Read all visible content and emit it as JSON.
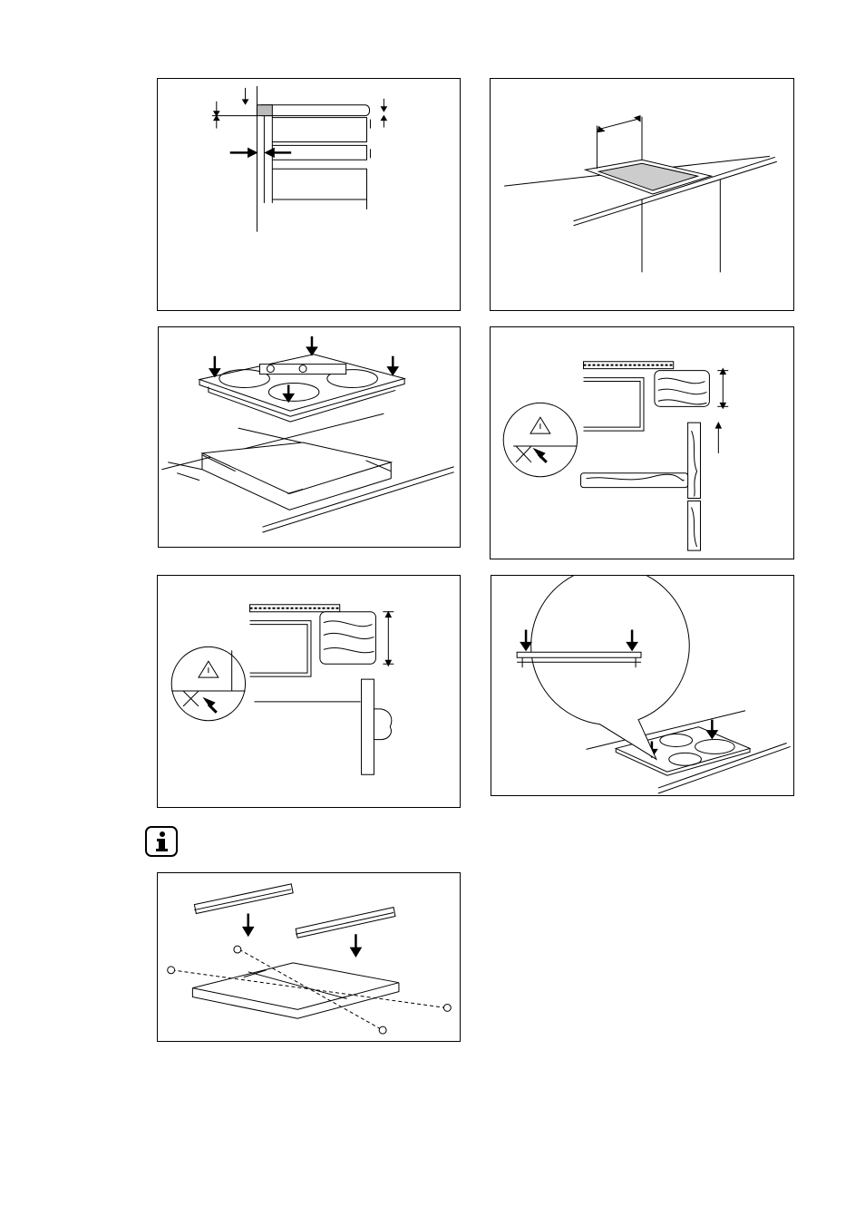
{
  "page": {
    "note_icon": "info-icon",
    "figures": [
      {
        "name": "cutout-clearance-dimensions"
      },
      {
        "name": "worktop-cutout"
      },
      {
        "name": "hob-insertion-with-seal"
      },
      {
        "name": "wood-support-under-worktop"
      },
      {
        "name": "wood-support-with-drawer"
      },
      {
        "name": "press-hob-into-place"
      },
      {
        "name": "bottom-box-assembly"
      }
    ]
  }
}
